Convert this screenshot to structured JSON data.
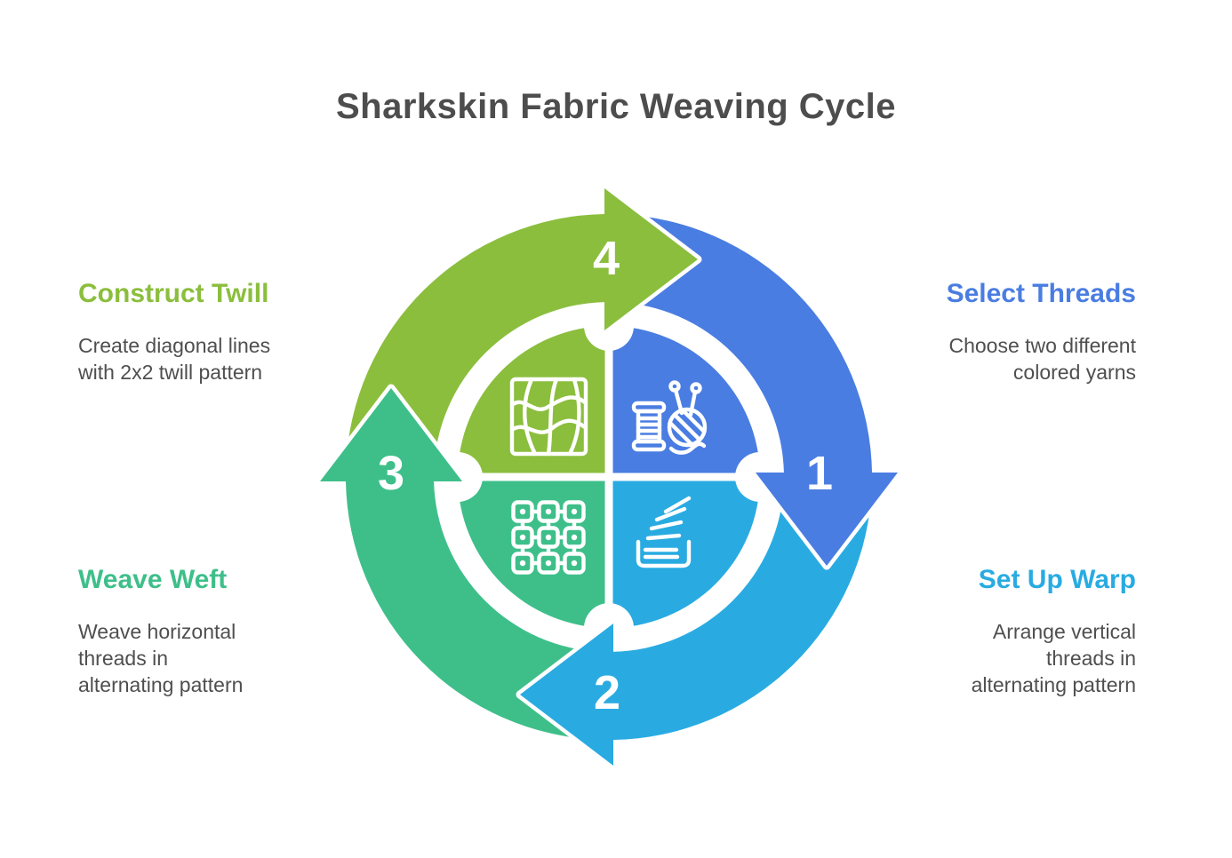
{
  "title": "Sharkskin Fabric Weaving Cycle",
  "colors": {
    "background": "#FFFFFF",
    "title_text": "#4D4D4D",
    "body_text": "#4F4F4F",
    "divider_white": "#FFFFFF"
  },
  "cycle": {
    "steps": [
      {
        "number": "1",
        "label": "Select Threads",
        "description": "Choose two different\ncolored yarns",
        "color": "#4A7DE2",
        "icon": "spool-and-yarn-icon"
      },
      {
        "number": "2",
        "label": "Set Up Warp",
        "description": "Arrange vertical\nthreads in\nalternating pattern",
        "color": "#29ABE2",
        "icon": "warp-threads-icon"
      },
      {
        "number": "3",
        "label": "Weave Weft",
        "description": "Weave horizontal\nthreads in\nalternating pattern",
        "color": "#3EBF8A",
        "icon": "weave-grid-icon"
      },
      {
        "number": "4",
        "label": "Construct Twill",
        "description": "Create diagonal lines\nwith 2x2 twill pattern",
        "color": "#8BBE3D",
        "icon": "twill-pattern-icon"
      }
    ]
  }
}
